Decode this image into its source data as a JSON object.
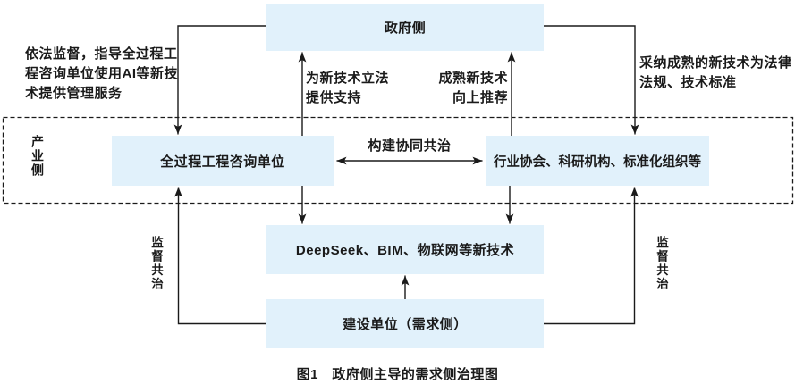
{
  "colors": {
    "box_fill": "#e1f1fb",
    "line": "#1a1a1a",
    "text": "#1a1a1a",
    "background": "#ffffff"
  },
  "nodes": {
    "government": "政府侧",
    "consultancy": "全过程工程咨询单位",
    "association": "行业协会、科研机构、标准化组织等",
    "technology": "DeepSeek、BIM、物联网等新技术",
    "owner": "建设单位（需求侧）"
  },
  "labels": {
    "industry_side": "产业侧",
    "left_note": "依法监督，指导全过程工\n程咨询单位使用AI等新技\n术提供管理服务",
    "legislate": "为新技术立法\n提供支持",
    "recommend": "成熟新技术\n向上推荐",
    "adopt_note": "采纳成熟的新技术为法律\n法规、技术标准",
    "collaborate": "构建协同共治",
    "supervise_left": "监督共治",
    "supervise_right": "监督共治"
  },
  "caption": "图1　政府侧主导的需求侧治理图"
}
